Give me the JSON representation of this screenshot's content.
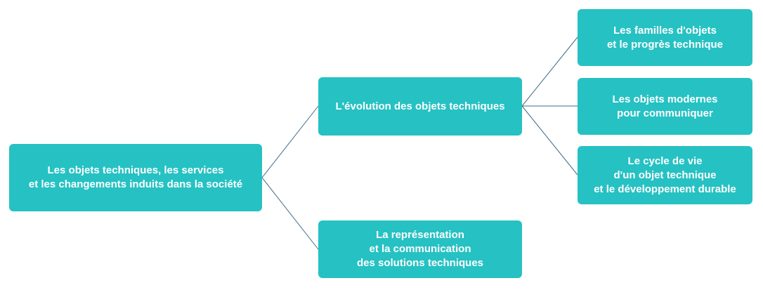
{
  "diagram": {
    "root": {
      "lines": [
        "Les objets techniques, les services",
        "et les changements induits dans la société"
      ]
    },
    "branches": [
      {
        "lines": [
          "L'évolution des objets techniques"
        ],
        "children": [
          {
            "lines": [
              "Les familles d'objets",
              "et le progrès technique"
            ]
          },
          {
            "lines": [
              "Les objets modernes",
              "pour communiquer"
            ]
          },
          {
            "lines": [
              "Le cycle de vie",
              "d'un objet technique",
              "et le développement durable"
            ]
          }
        ]
      },
      {
        "lines": [
          "La représentation",
          "et la communication",
          "des solutions techniques"
        ]
      }
    ],
    "colors": {
      "node_fill": "#26c1c3",
      "node_text": "#ffffff",
      "connector": "#3a6b86"
    }
  }
}
